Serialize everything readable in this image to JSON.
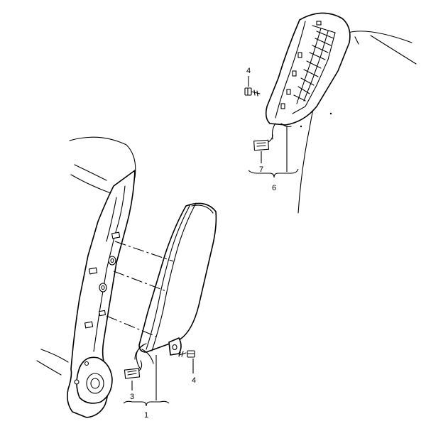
{
  "callouts": {
    "c1": "1",
    "c3": "3",
    "c4_left": "4",
    "c4_right": "4",
    "c6": "6",
    "c7": "7"
  },
  "colors": {
    "line": "#000000",
    "background": "#ffffff"
  }
}
